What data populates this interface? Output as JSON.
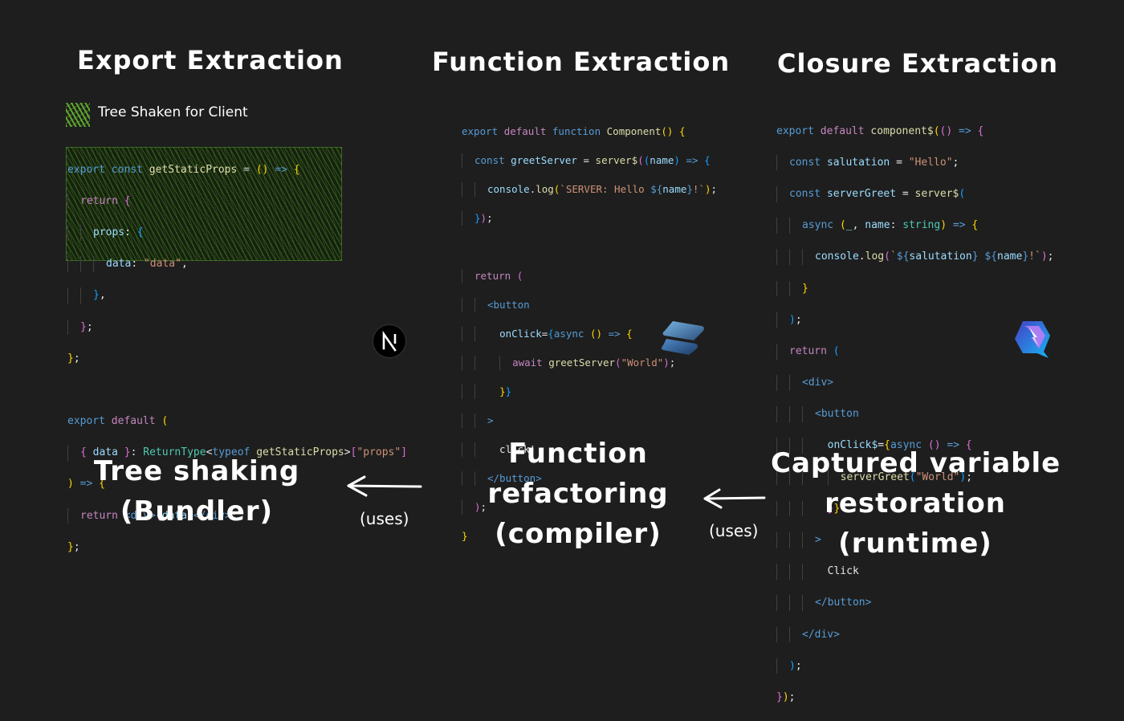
{
  "headings": {
    "export": "Export Extraction",
    "function": "Function Extraction",
    "closure": "Closure Extraction"
  },
  "legend": {
    "label": "Tree Shaken for Client",
    "icon": "green-hatch-swatch",
    "color": "#5ea82c"
  },
  "flow": {
    "tree_shaking": [
      "Tree shaking",
      "(Bundler)"
    ],
    "function_refactoring": [
      "Function",
      "refactoring",
      "(compiler)"
    ],
    "captured_variable": [
      "Captured variable",
      "restoration",
      "(runtime)"
    ],
    "uses_left": "(uses)",
    "uses_right": "(uses)"
  },
  "logos": {
    "next": "nextjs-logo-icon",
    "solid": "solidjs-logo-icon",
    "qwik": "qwik-logo-icon"
  },
  "code": {
    "export_panel": [
      "export const getStaticProps = () => {",
      "  return {",
      "    props: {",
      "      data: \"data\",",
      "    },",
      "  };",
      "};",
      "",
      "export default (",
      "  { data }: ReturnType<typeof getStaticProps>[\"props\"]",
      ") => {",
      "  return <div>{data}</div>;",
      "};"
    ],
    "function_panel": [
      "export default function Component() {",
      "  const greetServer = server$((name) => {",
      "    console.log(`SERVER: Hello ${name}!`);",
      "  });",
      "",
      "  return (",
      "    <button",
      "      onClick={async () => {",
      "        await greetServer(\"World\");",
      "      }}",
      "    >",
      "      click!",
      "    </button>",
      "  );",
      "}"
    ],
    "closure_panel": [
      "export default component$(() => {",
      "  const salutation = \"Hello\";",
      "  const serverGreet = server$(",
      "    async (_, name: string) => {",
      "      console.log(`${salutation} ${name}!`);",
      "    }",
      "  );",
      "  return (",
      "    <div>",
      "      <button",
      "        onClick$={async () => {",
      "          serverGreet(\"World\");",
      "        }}",
      "      >",
      "        Click",
      "      </button>",
      "    </div>",
      "  );",
      "});"
    ]
  }
}
